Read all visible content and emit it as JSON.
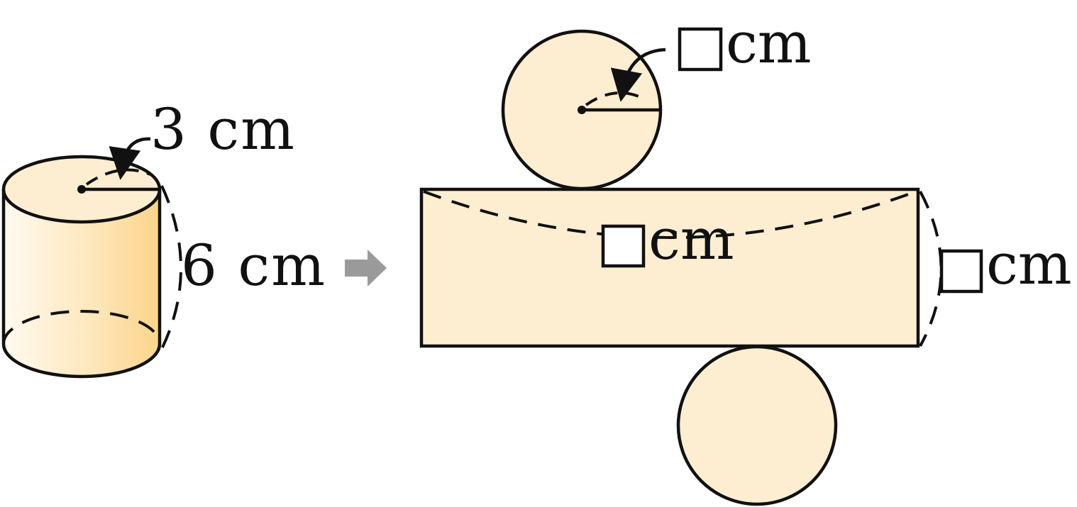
{
  "cylinder": {
    "radius_label": "3 cm",
    "height_label": "6 cm"
  },
  "net": {
    "circle_radius_unit": "cm",
    "rectangle_length_unit": "cm",
    "rectangle_width_unit": "cm"
  },
  "colors": {
    "face_fill": "#fdeed2",
    "cylinder_side_light": "#fffaf0",
    "cylinder_side_dark": "#fbd58a",
    "outline": "#111111",
    "arrow": "#9a9a9a"
  }
}
